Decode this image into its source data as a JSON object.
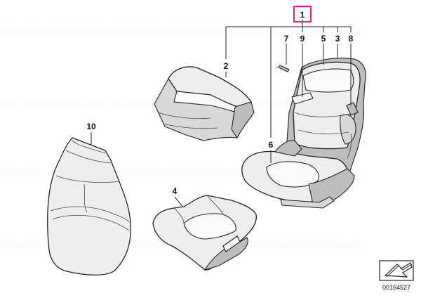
{
  "diagram": {
    "callouts": {
      "c1": "1",
      "c2": "2",
      "c3": "3",
      "c4": "4",
      "c5": "5",
      "c6": "6",
      "c7": "7",
      "c8": "8",
      "c9": "9",
      "c10": "10"
    },
    "highlight_color": "#e0218a",
    "catalog_number": "00164527"
  }
}
